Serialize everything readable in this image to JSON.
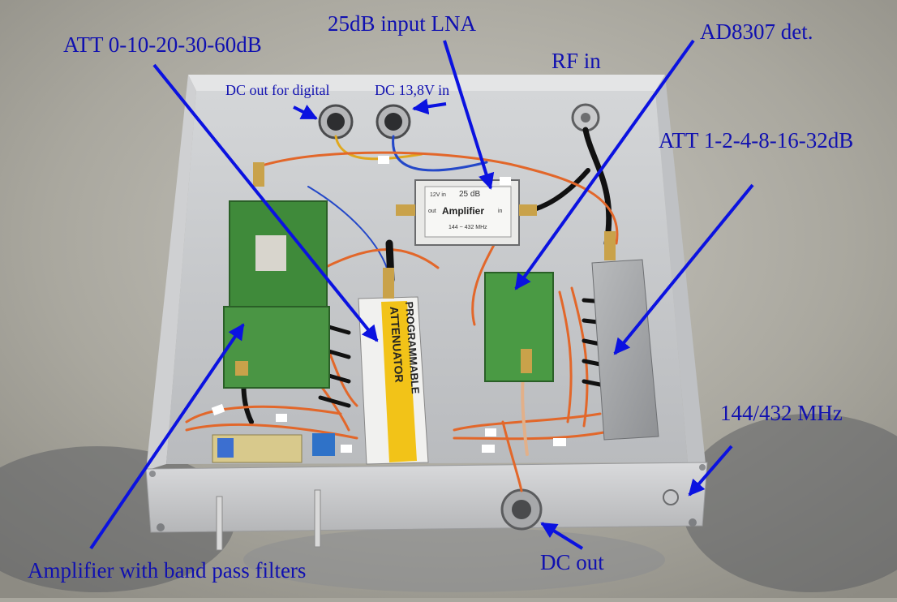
{
  "colors": {
    "label_text": "#1010b0",
    "arrow": "#0b12e0",
    "background": "#a9a79e",
    "enclosure": "#c9cacc",
    "pcb_green": "#3f8a3a",
    "cable_orange": "#e2672a"
  },
  "labels": {
    "att_0_60": "ATT 0-10-20-30-60dB",
    "lna": "25dB input LNA",
    "ad8307": "AD8307 det.",
    "rf_in": "RF in",
    "dc_out_digital": "DC out for digital",
    "dc_in": "DC 13,8V in",
    "att_1_32": "ATT 1-2-4-8-16-32dB",
    "freq": "144/432 MHz",
    "dc_out": "DC out",
    "amp_bpf": "Amplifier with band pass filters"
  },
  "module_text": {
    "amp_gain": "25 dB",
    "amp_title": "Amplifier",
    "amp_freq": "144 ~ 432 MHz",
    "amp_12v": "12V in",
    "amp_out": "out",
    "amp_in": "in",
    "attenuator_title": "ATTENUATOR",
    "attenuator_sub": "PROGRAMMABLE"
  }
}
